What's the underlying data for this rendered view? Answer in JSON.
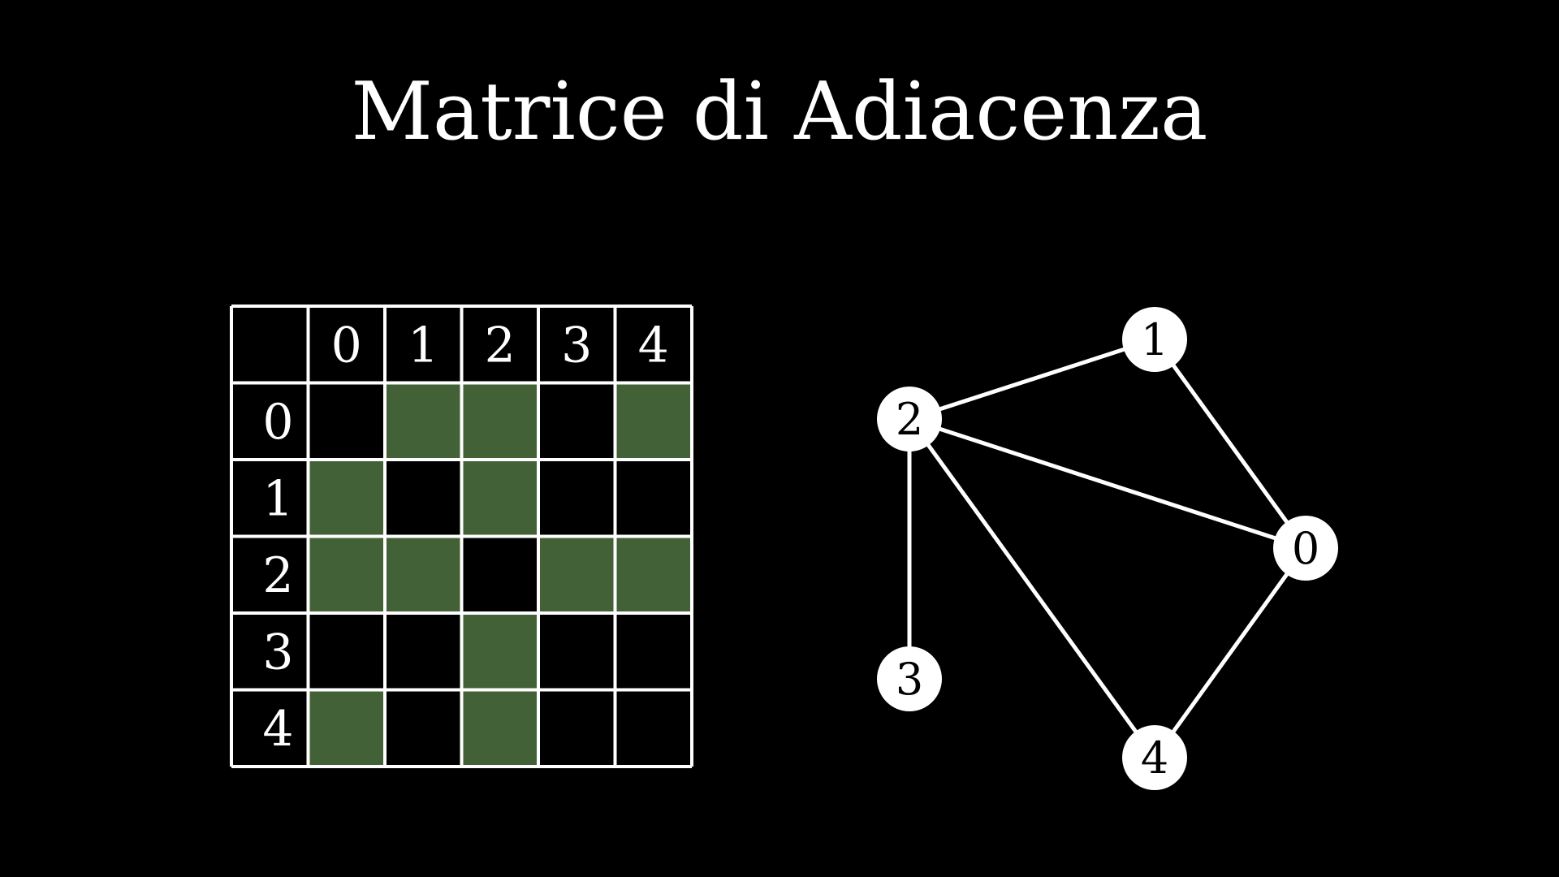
{
  "title": "Matrice di Adiacenza",
  "colors": {
    "background": "#000000",
    "grid_line": "#ffffff",
    "filled_cell": "#436137",
    "node_fill": "#ffffff",
    "node_text": "#000000",
    "edge": "#ffffff"
  },
  "matrix": {
    "col_headers": [
      "0",
      "1",
      "2",
      "3",
      "4"
    ],
    "row_headers": [
      "0",
      "1",
      "2",
      "3",
      "4"
    ],
    "values": [
      [
        0,
        1,
        1,
        0,
        1
      ],
      [
        1,
        0,
        1,
        0,
        0
      ],
      [
        1,
        1,
        0,
        1,
        1
      ],
      [
        0,
        0,
        1,
        0,
        0
      ],
      [
        1,
        0,
        1,
        0,
        0
      ]
    ]
  },
  "graph": {
    "nodes": [
      {
        "id": "0",
        "label": "0"
      },
      {
        "id": "1",
        "label": "1"
      },
      {
        "id": "2",
        "label": "2"
      },
      {
        "id": "3",
        "label": "3"
      },
      {
        "id": "4",
        "label": "4"
      }
    ],
    "edges": [
      [
        "1",
        "2"
      ],
      [
        "1",
        "0"
      ],
      [
        "2",
        "0"
      ],
      [
        "2",
        "3"
      ],
      [
        "2",
        "4"
      ],
      [
        "0",
        "4"
      ]
    ]
  }
}
